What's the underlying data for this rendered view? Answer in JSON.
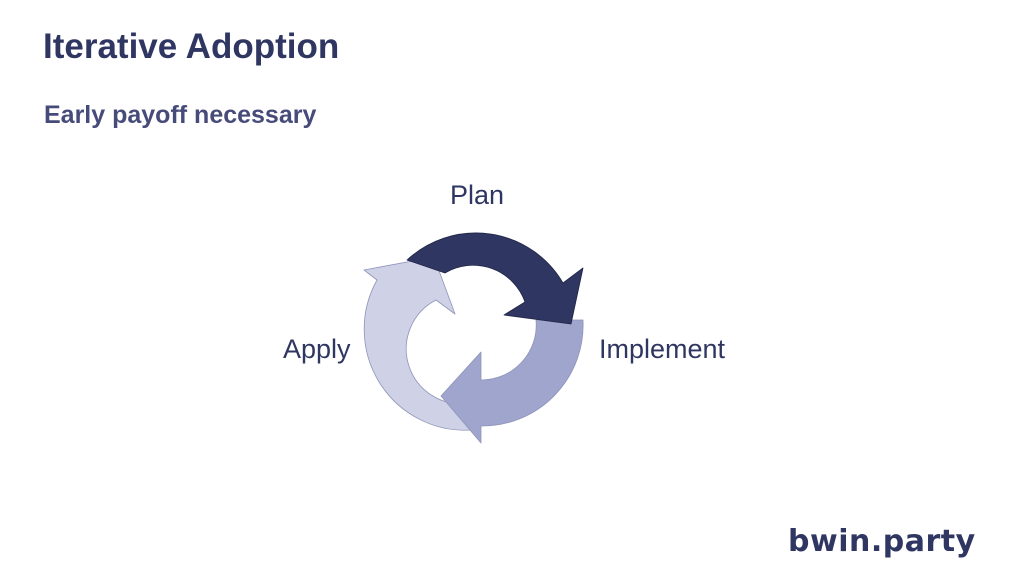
{
  "slide": {
    "title": "Iterative Adoption",
    "subtitle": "Early payoff necessary"
  },
  "cycle": {
    "steps": [
      {
        "label": "Plan",
        "color": "#2f3661"
      },
      {
        "label": "Implement",
        "color": "#9fa5cd"
      },
      {
        "label": "Apply",
        "color": "#cfd2e6"
      }
    ]
  },
  "logo": {
    "text": "bwin.party"
  },
  "colors": {
    "title": "#2f3661",
    "subtitle": "#474b7a",
    "label": "#2f3661",
    "logo": "#2f3661"
  }
}
